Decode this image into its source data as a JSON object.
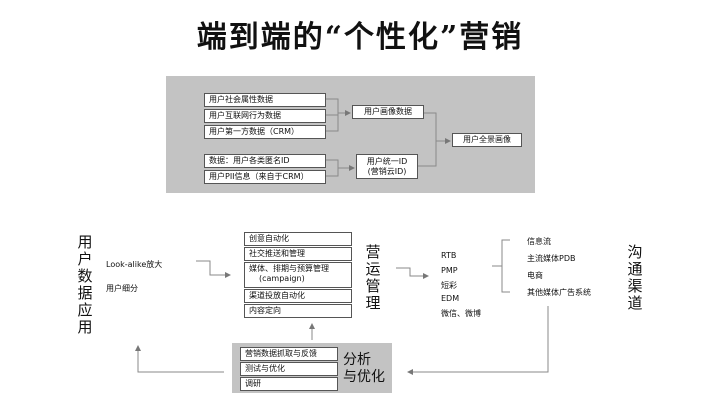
{
  "title": "端到端的“个性化”营销",
  "data_sources": {
    "items": [
      "用户社会属性数据",
      "用户互联网行为数据",
      "用户第一方数据（CRM）"
    ],
    "profile": "用户画像数据",
    "full_profile": "用户全景画像",
    "ids": [
      "数据：用户各类匿名ID",
      "用户PII信息（来自于CRM）"
    ],
    "unified_id": [
      "用户统一ID",
      "(营销云ID)"
    ]
  },
  "user_data_app": {
    "label": "用户数据应用",
    "items": [
      "Look-alike放大",
      "用户细分"
    ]
  },
  "ops_items": [
    "创意自动化",
    "社交推送和管理",
    "媒体、排期与预算管理",
    "(campaign)",
    "渠道投放自动化",
    "内容定向"
  ],
  "ops_label": "营运管理",
  "channels_mid": [
    "RTB",
    "PMP",
    "短彩",
    "EDM",
    "微信、微博"
  ],
  "channels_right": [
    "信息流",
    "主流媒体PDB",
    "电商",
    "其他媒体广告系统"
  ],
  "channel_label": "沟通渠道",
  "analysis": {
    "items": [
      "营销数据抓取与反馈",
      "测试与优化",
      "调研"
    ],
    "label": [
      "分析",
      "与优化"
    ]
  }
}
